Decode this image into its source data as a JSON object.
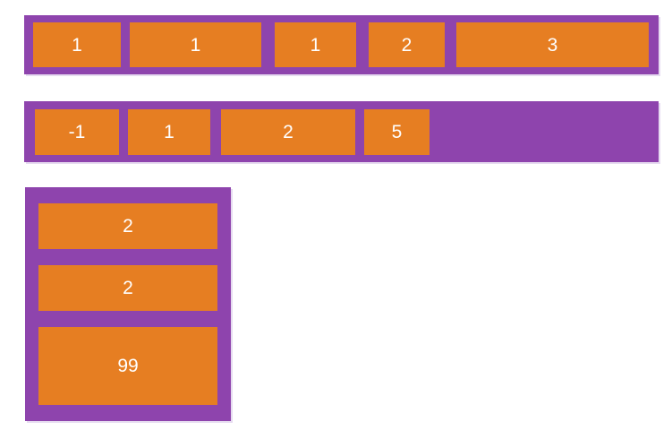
{
  "page": {
    "background": "#ffffff",
    "description": "Flexbox demo diagram: two horizontal flex containers and one vertical flex container, purple containers holding orange items labeled with flex values"
  },
  "colors": {
    "container": "#8e44ad",
    "item": "#e67e22",
    "label_text": "#ffffff"
  },
  "rows": [
    {
      "name": "horizontal-container-1",
      "direction": "row",
      "items": [
        {
          "label": "1"
        },
        {
          "label": "1"
        },
        {
          "label": "1"
        },
        {
          "label": "2"
        },
        {
          "label": "3"
        }
      ]
    },
    {
      "name": "horizontal-container-2",
      "direction": "row",
      "items": [
        {
          "label": "-1"
        },
        {
          "label": "1"
        },
        {
          "label": "2"
        },
        {
          "label": "5"
        }
      ]
    },
    {
      "name": "vertical-container",
      "direction": "column",
      "items": [
        {
          "label": "2"
        },
        {
          "label": "2"
        },
        {
          "label": "99"
        }
      ]
    }
  ]
}
